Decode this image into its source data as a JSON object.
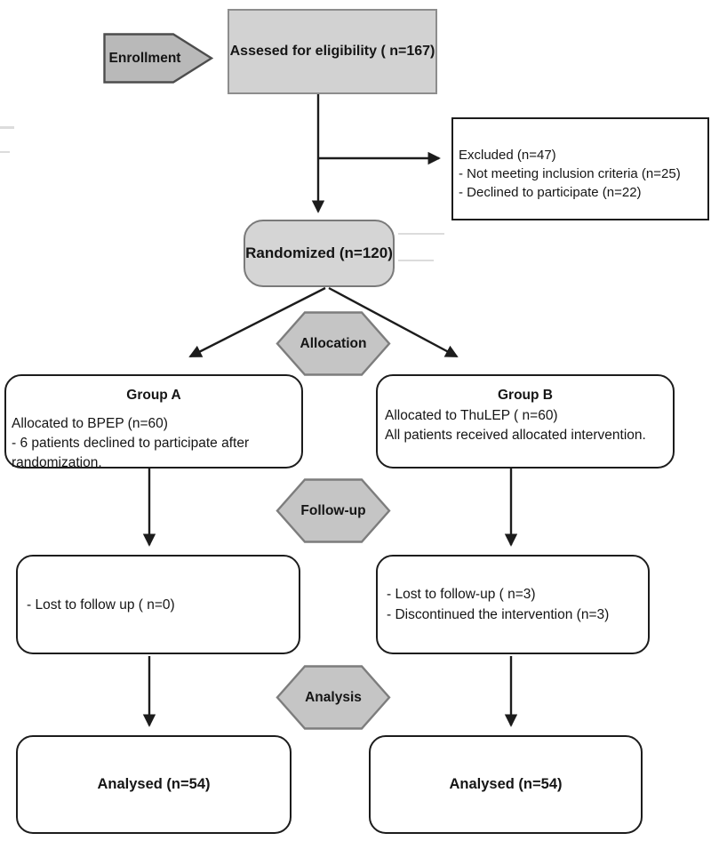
{
  "diagram": {
    "stages": {
      "enrollment": "Enrollment",
      "allocation": "Allocation",
      "followup": "Follow-up",
      "analysis": "Analysis"
    },
    "eligibility_text": "Assesed for eligibility ( n=167)",
    "excluded_lines": [
      "Excluded (n=47)",
      "- Not meeting inclusion criteria (n=25)",
      "- Declined to participate (n=22)"
    ],
    "randomized_text": "Randomized (n=120)",
    "group_a": {
      "title": "Group A",
      "body": [
        "Allocated to BPEP (n=60)",
        "- 6 patients declined to participate after randomization."
      ]
    },
    "group_b": {
      "title": "Group B",
      "body": [
        "Allocated to ThuLEP ( n=60)",
        "All patients received allocated intervention."
      ]
    },
    "followup_a_lines": [
      "- Lost to follow up ( n=0)"
    ],
    "followup_b_lines": [
      "- Lost to follow-up ( n=3)",
      "- Discontinued the intervention (n=3)"
    ],
    "analysed_a_text": "Analysed (n=54)",
    "analysed_b_text": "Analysed (n=54)",
    "colors": {
      "stage_hexagon_fill": "#c5c5c5",
      "gray_box_fill": "#d3d3d3",
      "enrollment_pentagon_fill": "#b9b9b9",
      "connector_color": "#1c1c1c"
    }
  }
}
